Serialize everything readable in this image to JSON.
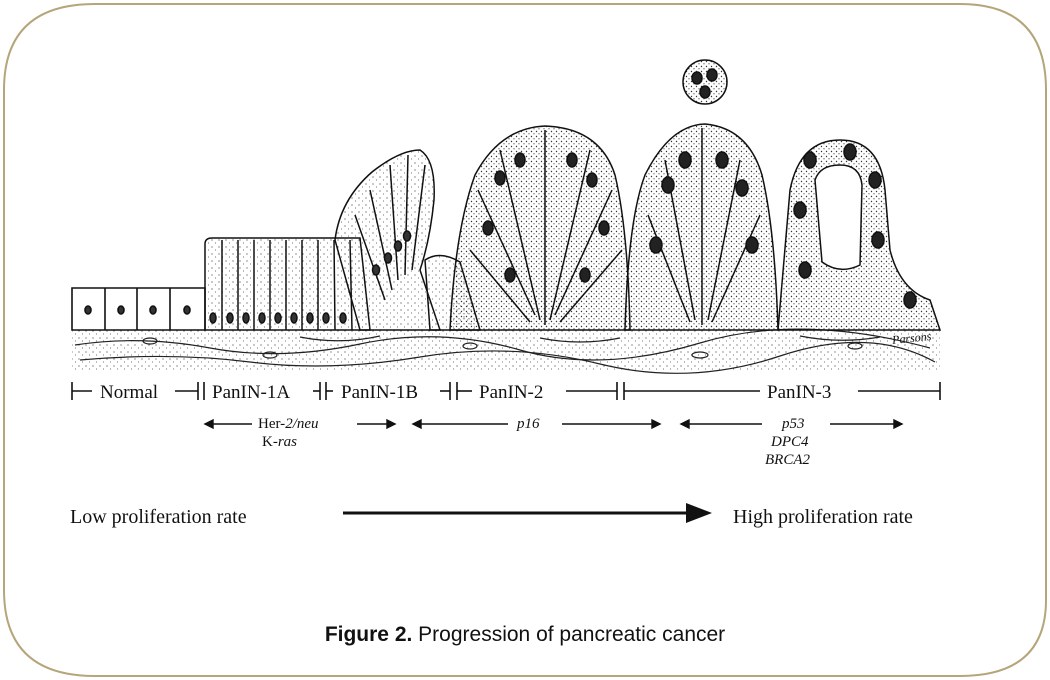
{
  "figure": {
    "stages": [
      "Normal",
      "PanIN-1A",
      "PanIN-1B",
      "PanIN-2",
      "PanIN-3"
    ],
    "genes": {
      "g1a_prefix": "Her-",
      "g1a_italic": "2/neu",
      "g1b_prefix": "K-",
      "g1b_italic": "ras",
      "g2": "p16",
      "g3a": "p53",
      "g3b": "DPC4",
      "g3c": "BRCA2"
    },
    "proliferation": {
      "low": "Low proliferation rate",
      "high": "High proliferation rate"
    },
    "caption": {
      "label": "Figure 2.",
      "text": " Progression of pancreatic cancer"
    },
    "signature": "Parsons"
  },
  "colors": {
    "frame": "#b5a57a",
    "ink": "#111111"
  }
}
